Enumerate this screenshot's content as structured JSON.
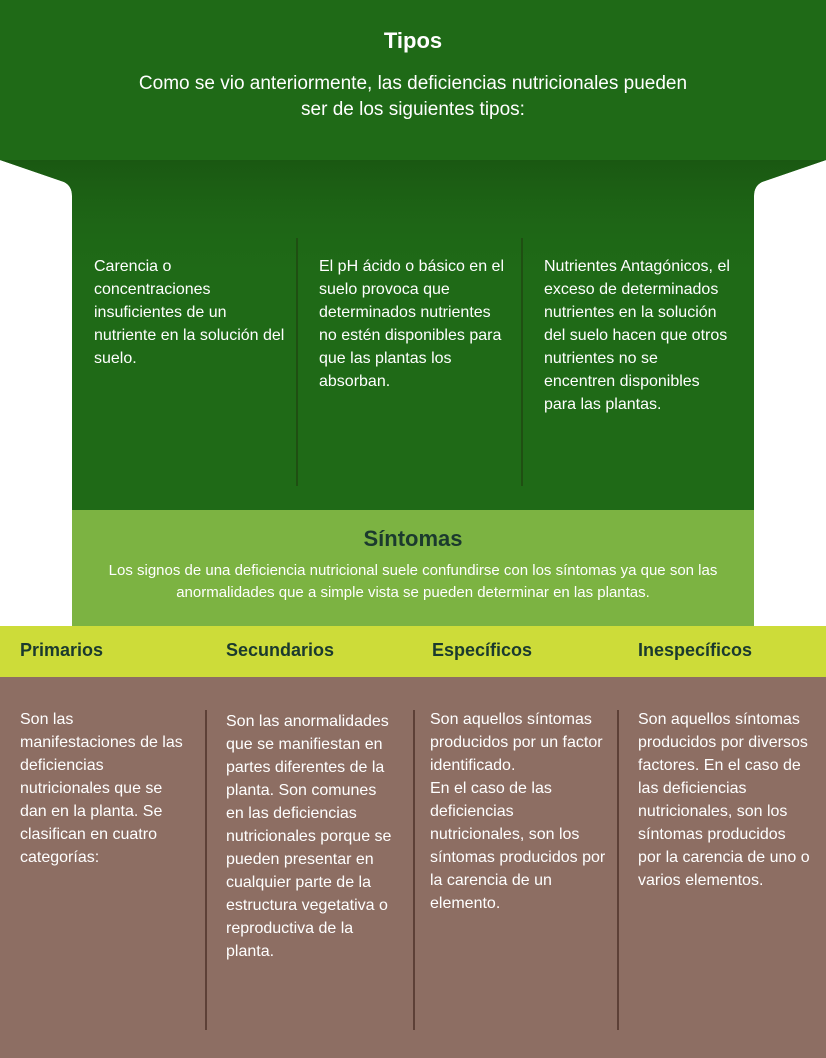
{
  "header": {
    "title": "Tipos",
    "intro": "Como se vio anteriormente, las deficiencias nutricionales pueden ser de los siguientes tipos:"
  },
  "types": [
    "Carencia o concentraciones insuficientes de un nutriente en la solución del suelo.",
    "El pH ácido o básico en el suelo provoca que determinados nutrientes no estén disponibles para que las plantas los absorban.",
    "Nutrientes Antagónicos, el exceso de determinados nutrientes en la solución del suelo hacen que otros nutrientes no se encentren disponibles para las plantas."
  ],
  "symptoms": {
    "title": "Síntomas",
    "text": "Los signos de una deficiencia nutricional suele confundirse  con los síntomas ya que son las anormalidades que a simple vista se pueden determinar en las plantas."
  },
  "categories": [
    {
      "title": "Primarios",
      "text": "Son las manifestaciones de las deficiencias nutricionales que se dan en la planta. Se clasifican en cuatro categorías:"
    },
    {
      "title": "Secundarios",
      "text": "Son las anormalidades que se manifiestan en partes diferentes de la planta. Son comunes en las deficiencias nutricionales porque se pueden presentar en cualquier parte de la estructura vegetativa o reproductiva de la planta."
    },
    {
      "title": "Específicos",
      "text": "Son aquellos síntomas producidos por un factor identificado.\nEn el caso de las deficiencias nutricionales, son los síntomas producidos por la carencia de un elemento."
    },
    {
      "title": "Inespecíficos",
      "text": "Son aquellos síntomas producidos por diversos factores. En el caso de las deficiencias nutricionales, son los síntomas producidos por la carencia de uno o varios elementos."
    }
  ],
  "colors": {
    "dark_green": "#1f6a17",
    "light_green": "#7cb342",
    "lime": "#cddc39",
    "brown": "#8d6e63",
    "heading_text": "#1b3a2e"
  }
}
